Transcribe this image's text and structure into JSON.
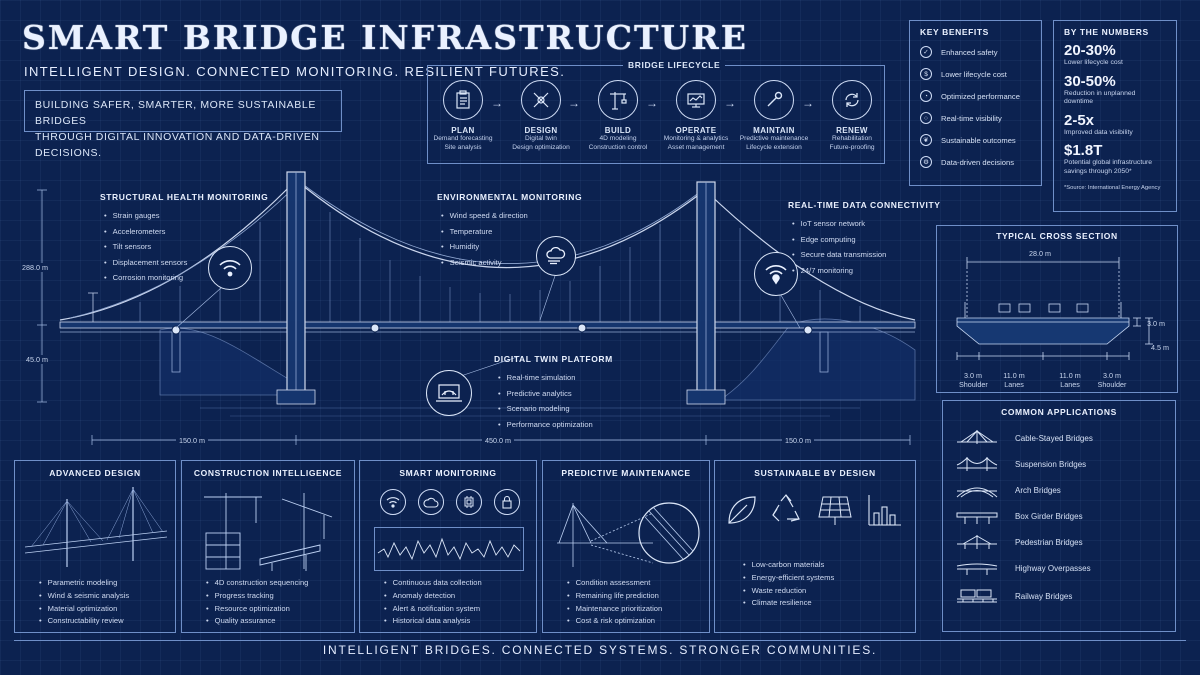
{
  "header": {
    "title": "SMART BRIDGE INFRASTRUCTURE",
    "subtitle": "INTELLIGENT DESIGN. CONNECTED MONITORING. RESILIENT FUTURES.",
    "intro_line1": "BUILDING SAFER, SMARTER, MORE SUSTAINABLE BRIDGES",
    "intro_line2": "THROUGH DIGITAL INNOVATION AND DATA-DRIVEN DECISIONS."
  },
  "lifecycle": {
    "title": "BRIDGE LIFECYCLE",
    "steps": [
      {
        "name": "PLAN",
        "desc1": "Demand forecasting",
        "desc2": "Site analysis",
        "icon": "clipboard-icon"
      },
      {
        "name": "DESIGN",
        "desc1": "Digital twin",
        "desc2": "Design optimization",
        "icon": "pencil-ruler-icon"
      },
      {
        "name": "BUILD",
        "desc1": "4D modeling",
        "desc2": "Construction control",
        "icon": "crane-icon"
      },
      {
        "name": "OPERATE",
        "desc1": "Monitoring & analytics",
        "desc2": "Asset management",
        "icon": "monitor-icon"
      },
      {
        "name": "MAINTAIN",
        "desc1": "Predictive maintenance",
        "desc2": "Lifecycle extension",
        "icon": "wrench-icon"
      },
      {
        "name": "RENEW",
        "desc1": "Rehabilitation",
        "desc2": "Future-proofing",
        "icon": "cycle-icon"
      }
    ]
  },
  "benefits": {
    "title": "KEY BENEFITS",
    "items": [
      {
        "label": "Enhanced safety",
        "glyph": "✓"
      },
      {
        "label": "Lower lifecycle cost",
        "glyph": "$"
      },
      {
        "label": "Optimized performance",
        "glyph": "◔"
      },
      {
        "label": "Real-time visibility",
        "glyph": "○"
      },
      {
        "label": "Sustainable outcomes",
        "glyph": "❦"
      },
      {
        "label": "Data-driven decisions",
        "glyph": "⚙"
      }
    ]
  },
  "numbers": {
    "title": "BY THE NUMBERS",
    "items": [
      {
        "value": "20-30%",
        "desc1": "Lower lifecycle cost",
        "desc2": ""
      },
      {
        "value": "30-50%",
        "desc1": "Reduction in unplanned",
        "desc2": "downtime"
      },
      {
        "value": "2-5x",
        "desc1": "Improved data visibility",
        "desc2": ""
      },
      {
        "value": "$1.8T",
        "desc1": "Potential global infrastructure",
        "desc2": "savings through 2050*"
      }
    ],
    "source": "*Source: International Energy Agency"
  },
  "annotations": {
    "shm": {
      "title": "STRUCTURAL HEALTH MONITORING",
      "items": [
        "Strain gauges",
        "Accelerometers",
        "Tilt sensors",
        "Displacement sensors",
        "Corrosion monitoring"
      ]
    },
    "env": {
      "title": "ENVIRONMENTAL MONITORING",
      "items": [
        "Wind speed & direction",
        "Temperature",
        "Humidity",
        "Seismic activity"
      ]
    },
    "rtd": {
      "title": "REAL-TIME DATA CONNECTIVITY",
      "items": [
        "IoT sensor network",
        "Edge computing",
        "Secure data transmission",
        "24/7 monitoring"
      ]
    },
    "dtp": {
      "title": "DIGITAL TWIN PLATFORM",
      "items": [
        "Real-time simulation",
        "Predictive analytics",
        "Scenario modeling",
        "Performance optimization"
      ]
    }
  },
  "dimensions": {
    "tower_height": "288.0 m",
    "deck_height": "45.0 m",
    "side_span_left": "150.0 m",
    "main_span": "450.0 m",
    "side_span_right": "150.0 m"
  },
  "cross_section": {
    "title": "TYPICAL CROSS SECTION",
    "width": "28.0 m",
    "depth1": "3.0 m",
    "depth2": "4.5 m",
    "parts": [
      {
        "value": "3.0 m",
        "label": "Shoulder"
      },
      {
        "value": "11.0 m",
        "label": "Lanes"
      },
      {
        "value": "11.0 m",
        "label": "Lanes"
      },
      {
        "value": "3.0 m",
        "label": "Shoulder"
      }
    ]
  },
  "panels": [
    {
      "title": "ADVANCED DESIGN",
      "items": [
        "Parametric modeling",
        "Wind & seismic analysis",
        "Material optimization",
        "Constructability review"
      ]
    },
    {
      "title": "CONSTRUCTION INTELLIGENCE",
      "items": [
        "4D construction sequencing",
        "Progress tracking",
        "Resource optimization",
        "Quality assurance"
      ]
    },
    {
      "title": "SMART MONITORING",
      "items": [
        "Continuous data collection",
        "Anomaly detection",
        "Alert & notification system",
        "Historical data analysis"
      ]
    },
    {
      "title": "PREDICTIVE MAINTENANCE",
      "items": [
        "Condition assessment",
        "Remaining life prediction",
        "Maintenance prioritization",
        "Cost & risk optimization"
      ]
    },
    {
      "title": "SUSTAINABLE BY DESIGN",
      "items": [
        "Low-carbon materials",
        "Energy-efficient systems",
        "Waste reduction",
        "Climate resilience"
      ]
    }
  ],
  "applications": {
    "title": "COMMON APPLICATIONS",
    "items": [
      "Cable-Stayed Bridges",
      "Suspension Bridges",
      "Arch Bridges",
      "Box Girder Bridges",
      "Pedestrian Bridges",
      "Highway Overpasses",
      "Railway Bridges"
    ]
  },
  "footer": "INTELLIGENT BRIDGES. CONNECTED SYSTEMS. STRONGER COMMUNITIES.",
  "colors": {
    "background": "#0c2250",
    "line": "#cfdcf5",
    "border": "#6f8fc8"
  }
}
